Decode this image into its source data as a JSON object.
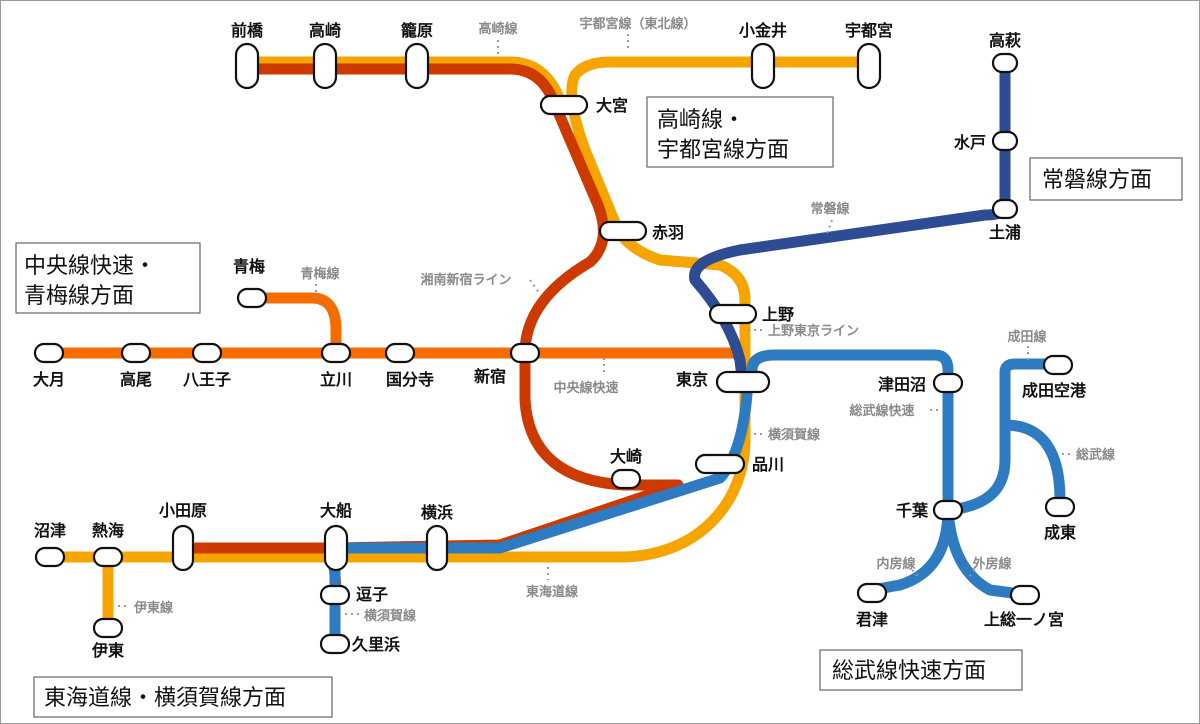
{
  "colors": {
    "yellow": "#f6a400",
    "red": "#cc3a00",
    "orange": "#f56c00",
    "navy": "#2d4c93",
    "blue": "#2f7bc1"
  },
  "regions": {
    "takasaki_utsunomiya": [
      "高崎線・",
      "宇都宮線方面"
    ],
    "joban": "常磐線方面",
    "chuo": [
      "中央線快速・",
      "青梅線方面"
    ],
    "tokaido": "東海道線・横須賀線方面",
    "sobu": "総武線快速方面"
  },
  "lines": {
    "takasaki": "高崎線",
    "utsunomiya": "宇都宮線（東北線）",
    "joban": "常磐線",
    "shonan_shinjuku": "湘南新宿ライン",
    "ome": "青梅線",
    "chuo_rapid": "中央線快速",
    "ueno_tokyo": "上野東京ライン",
    "yokosuka_1": "横須賀線",
    "yokosuka_2": "横須賀線",
    "tokaido": "東海道線",
    "ito": "伊東線",
    "sobu_rapid": "総武線快速",
    "narita": "成田線",
    "sobu": "総武線",
    "uchibo": "内房線",
    "sotobo": "外房線"
  },
  "stations": {
    "maebashi": "前橋",
    "takasaki": "高崎",
    "kagohara": "籠原",
    "koganei": "小金井",
    "utsunomiya": "宇都宮",
    "omiya": "大宮",
    "akabane": "赤羽",
    "takahagi": "高萩",
    "mito": "水戸",
    "tsuchiura": "土浦",
    "ome": "青梅",
    "otsuki": "大月",
    "takao": "高尾",
    "hachioji": "八王子",
    "tachikawa": "立川",
    "kokubunji": "国分寺",
    "shinjuku": "新宿",
    "tokyo": "東京",
    "ueno": "上野",
    "tsudanuma": "津田沼",
    "narita_airport": "成田空港",
    "osaki": "大崎",
    "shinagawa": "品川",
    "chiba": "千葉",
    "naruto": "成東",
    "kisarazu": "君津",
    "kazusa_ichinomiya": "上総一ノ宮",
    "numazu": "沼津",
    "atami": "熱海",
    "odawara": "小田原",
    "ofuna": "大船",
    "yokohama": "横浜",
    "zushi": "逗子",
    "kurihama": "久里浜",
    "ito": "伊東"
  }
}
